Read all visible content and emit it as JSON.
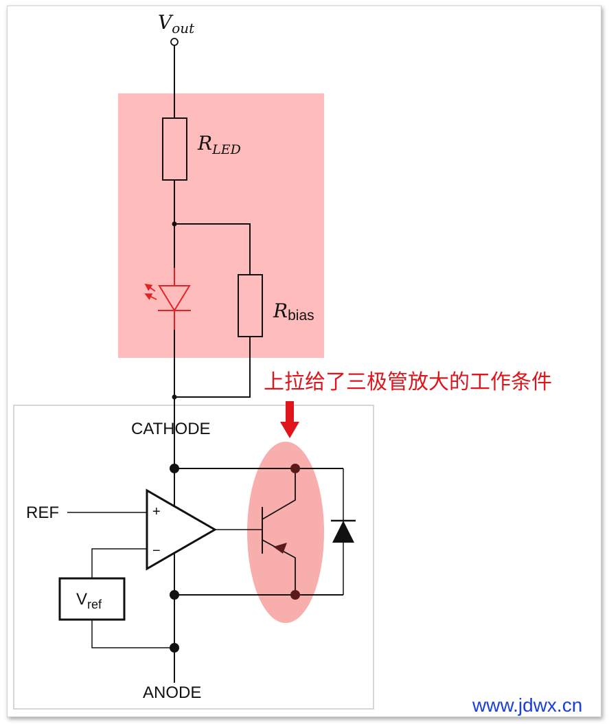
{
  "labels": {
    "vout_main": "V",
    "vout_sub": "out",
    "rled_main": "R",
    "rled_sub": "LED",
    "rbias_main": "R",
    "rbias_sub": "bias",
    "annotation": "上拉给了三极管放大的工作条件",
    "cathode": "CATHODE",
    "ref": "REF",
    "plus": "+",
    "minus": "−",
    "vref_main": "V",
    "vref_sub": "ref",
    "anode": "ANODE",
    "watermark": "www.jdwx.cn"
  },
  "colors": {
    "highlight_fill": "#ffbcbc",
    "annotation_red": "#e0151b",
    "led_red": "#e52222",
    "watermark_blue": "#1a3fd6",
    "wire": "#111111"
  }
}
